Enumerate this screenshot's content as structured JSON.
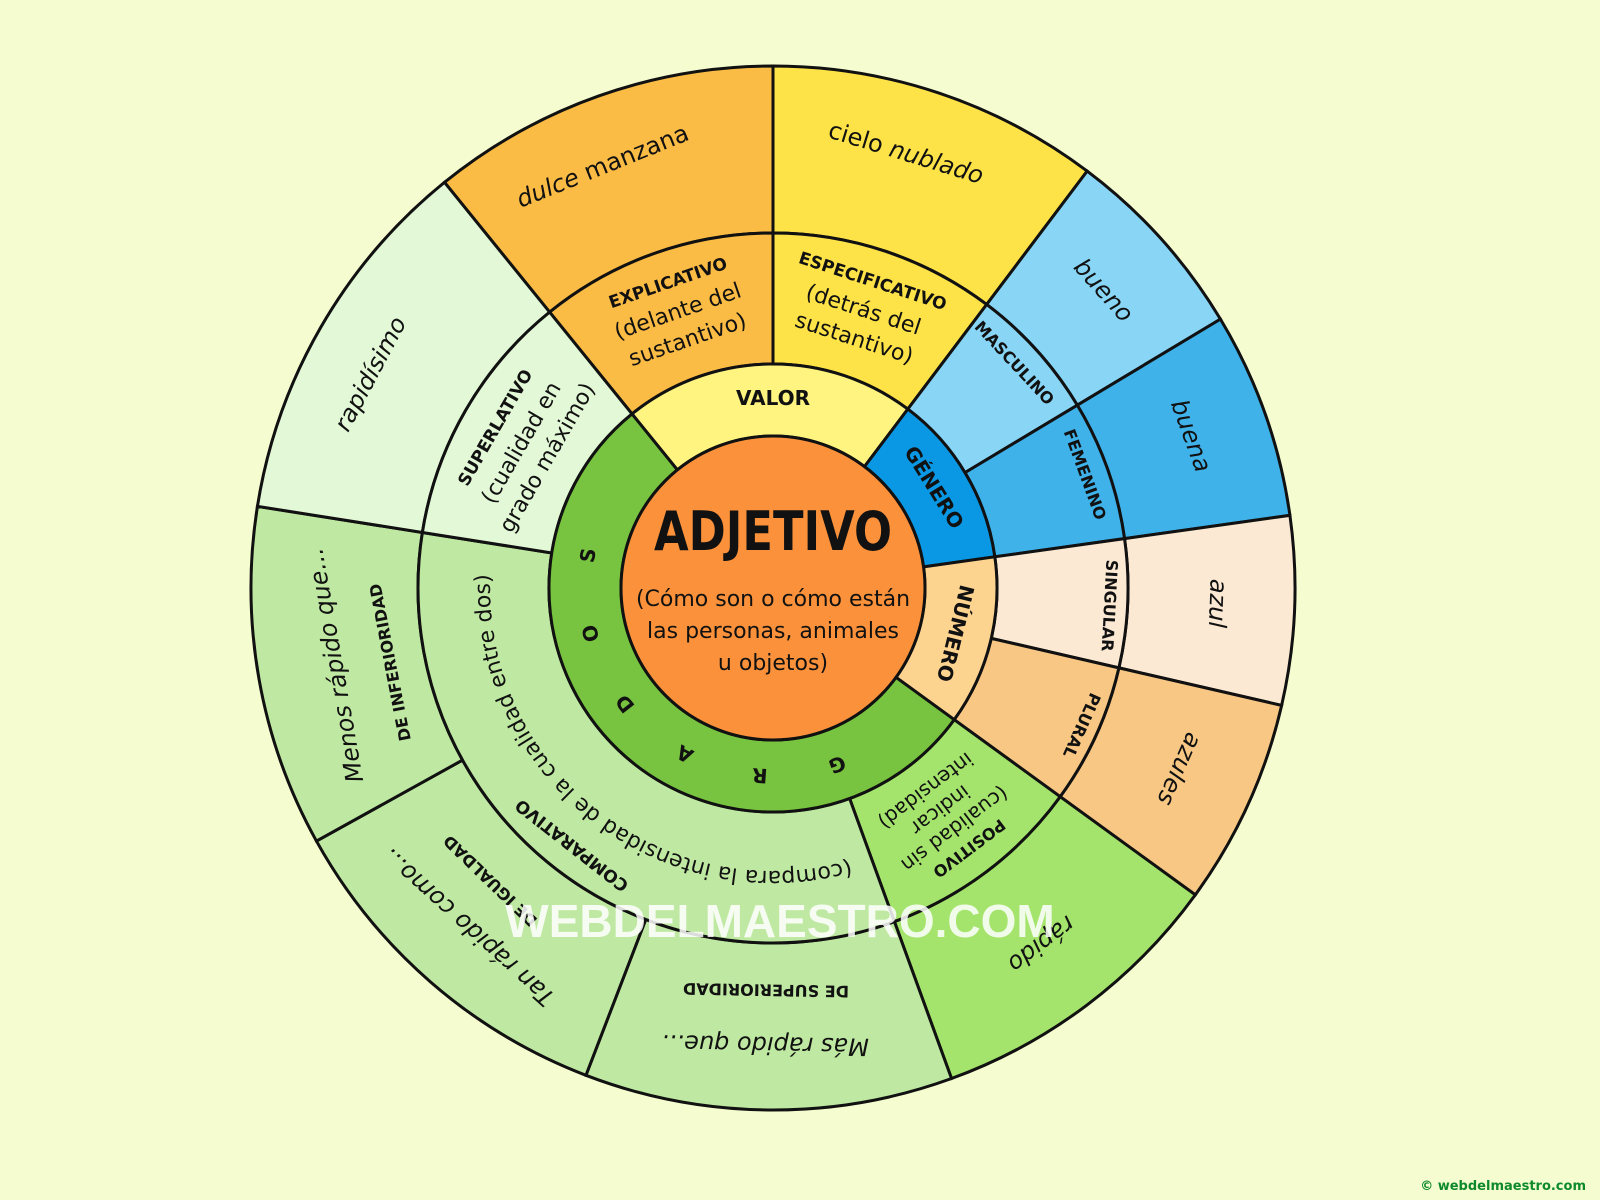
{
  "center": {
    "title": "ADJETIVO",
    "subtitle": [
      "(Cómo son o cómo están",
      "las personas, animales",
      "u objetos)"
    ],
    "color": "#fb923b"
  },
  "categories": {
    "valor": {
      "label": "VALOR",
      "color": "#fef47f"
    },
    "genero": {
      "label": "GÉNERO",
      "color": "#0a98e4"
    },
    "numero": {
      "label": "NÚMERO",
      "color": "#fdd390"
    },
    "grados": {
      "label": "GRADOS",
      "letters": [
        "G",
        "R",
        "A",
        "D",
        "O",
        "S"
      ],
      "color": "#78c440"
    }
  },
  "subcategories": {
    "explicativo": {
      "lines": [
        "EXPLICATIVO",
        "(delante del",
        "sustantivo)"
      ],
      "color": "#fbbc45"
    },
    "especificativo": {
      "lines": [
        "ESPECIFICATIVO",
        "(detrás del",
        "sustantivo)"
      ],
      "color": "#fde347"
    },
    "masculino": {
      "lines": [
        "MASCULINO"
      ],
      "color": "#88d5f6"
    },
    "femenino": {
      "lines": [
        "FEMENINO"
      ],
      "color": "#40b2ea"
    },
    "singular": {
      "lines": [
        "SINGULAR"
      ],
      "color": "#fbe9d3"
    },
    "plural": {
      "lines": [
        "PLURAL"
      ],
      "color": "#f7c783"
    },
    "positivo": {
      "lines": [
        "POSITIVO",
        "(cualidad sin",
        "indicar",
        "intensidad)"
      ],
      "color": "#a4e46c"
    },
    "comparativo": {
      "lines": [
        "COMPARATIVO"
      ],
      "description": "(compara la intensidad de la cualidad entre dos)",
      "color": "#bfe9a2"
    },
    "superlativo": {
      "lines": [
        "SUPERLATIVO",
        "(cualidad en",
        "grado máximo)"
      ],
      "color": "#e2f8d6"
    }
  },
  "examples": {
    "explicativo": {
      "parts": [
        {
          "t": "dulce ",
          "italic": true
        },
        {
          "t": "manzana",
          "italic": false
        }
      ],
      "color": "#fbbc45"
    },
    "especificativo": {
      "parts": [
        {
          "t": "cielo ",
          "italic": false
        },
        {
          "t": "nublado",
          "italic": true
        }
      ],
      "color": "#fde347"
    },
    "masculino": {
      "parts": [
        {
          "t": "bueno",
          "italic": true
        }
      ],
      "color": "#88d5f6"
    },
    "femenino": {
      "parts": [
        {
          "t": "buena",
          "italic": true
        }
      ],
      "color": "#40b2ea"
    },
    "singular": {
      "parts": [
        {
          "t": "azul",
          "italic": true
        }
      ],
      "color": "#fbe9d3"
    },
    "plural": {
      "parts": [
        {
          "t": "azules",
          "italic": true
        }
      ],
      "color": "#f7c783"
    },
    "positivo": {
      "parts": [
        {
          "t": "rápido",
          "italic": true
        }
      ],
      "color": "#a4e46c"
    },
    "superioridad": {
      "label": "DE SUPERIORIDAD",
      "parts": [
        {
          "t": "Más rápido que...",
          "italic": true
        }
      ],
      "color": "#bfe9a2"
    },
    "igualdad": {
      "label": "DE IGUALDAD",
      "parts": [
        {
          "t": "Tan rápido como...",
          "italic": true
        }
      ],
      "color": "#bfe9a2"
    },
    "inferioridad": {
      "label": "DE INFERIORIDAD",
      "parts": [
        {
          "t": "Menos rápido que...",
          "italic": true
        }
      ],
      "color": "#bfe9a2"
    },
    "superlativo": {
      "parts": [
        {
          "t": "rapidísimo",
          "italic": true
        }
      ],
      "color": "#e2f8d6"
    }
  },
  "watermark": "WEBDELMAESTRO.COM",
  "copyright": "© webdelmaestro.com",
  "colors": {
    "background": "#f5fdd0",
    "stroke": "#111111"
  }
}
